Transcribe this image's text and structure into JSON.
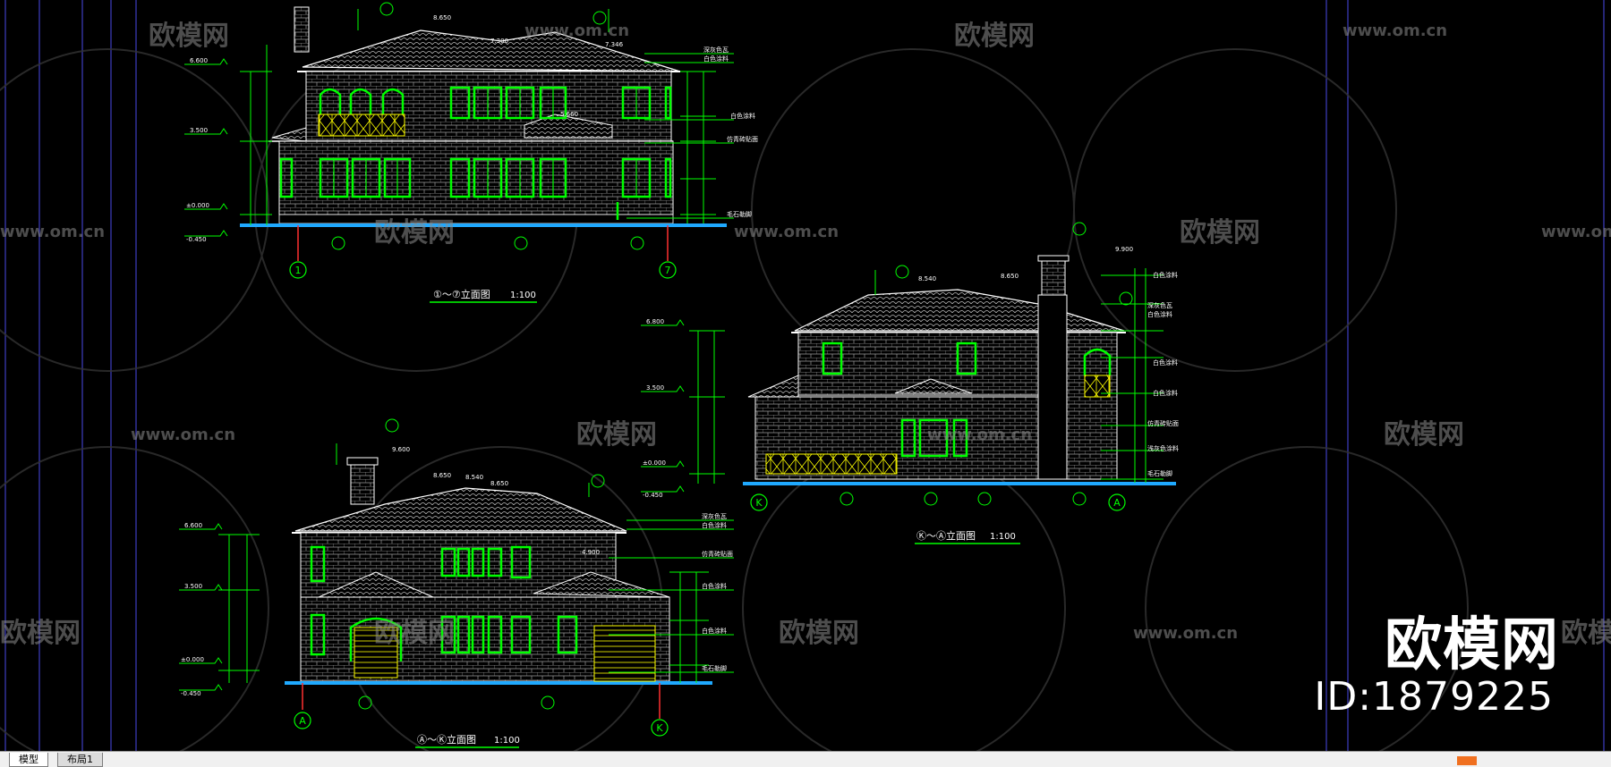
{
  "watermark": {
    "brand": "欧模网",
    "url": "www.om.cn",
    "id_label": "ID:1879225"
  },
  "drawings": [
    {
      "title": "①～⑦立面图",
      "scale": "1:100",
      "axis_left": "1",
      "axis_right": "7",
      "levels": [
        "6.600",
        "3.500",
        "±0.000",
        "-0.450"
      ],
      "top_levels": [
        "8.650",
        "7.300",
        "7.346",
        "5.660"
      ],
      "notes": [
        "深灰色瓦",
        "白色涂料",
        "白色涂料",
        "仿青砖贴面",
        "毛石勒脚"
      ]
    },
    {
      "title": "Ⓚ～Ⓐ立面图",
      "scale": "1:100",
      "axis_left": "K",
      "axis_right": "A",
      "levels": [
        "6.800",
        "3.500",
        "±0.000",
        "-0.450"
      ],
      "top_levels": [
        "9.900",
        "8.540",
        "8.650"
      ],
      "notes": [
        "白色涂料",
        "深灰色瓦",
        "白色涂料",
        "白色涂料",
        "白色涂料",
        "仿青砖贴面",
        "浅灰色涂料",
        "毛石勒脚"
      ]
    },
    {
      "title": "Ⓐ～Ⓚ立面图",
      "scale": "1:100",
      "axis_left": "A",
      "axis_right": "K",
      "levels": [
        "6.600",
        "3.500",
        "±0.000",
        "-0.450"
      ],
      "top_levels": [
        "9.600",
        "8.650",
        "8.540",
        "8.650",
        "4.900"
      ],
      "notes": [
        "深灰色瓦",
        "白色涂料",
        "仿青砖贴面",
        "白色涂料",
        "白色涂料",
        "毛石勒脚"
      ]
    }
  ],
  "tabs": [
    {
      "label": "模型",
      "active": true
    },
    {
      "label": "布局1",
      "active": false
    }
  ],
  "colors": {
    "background": "#000000",
    "wall_lines": "#ffffff",
    "windows": "#00ff00",
    "dimensions": "#00ff00",
    "ground": "#1fa9ff",
    "axis_marker": "#00ff00",
    "axis_line": "#ff3030",
    "railing": "#ffff00",
    "margin_lines": "#5a5aff"
  }
}
